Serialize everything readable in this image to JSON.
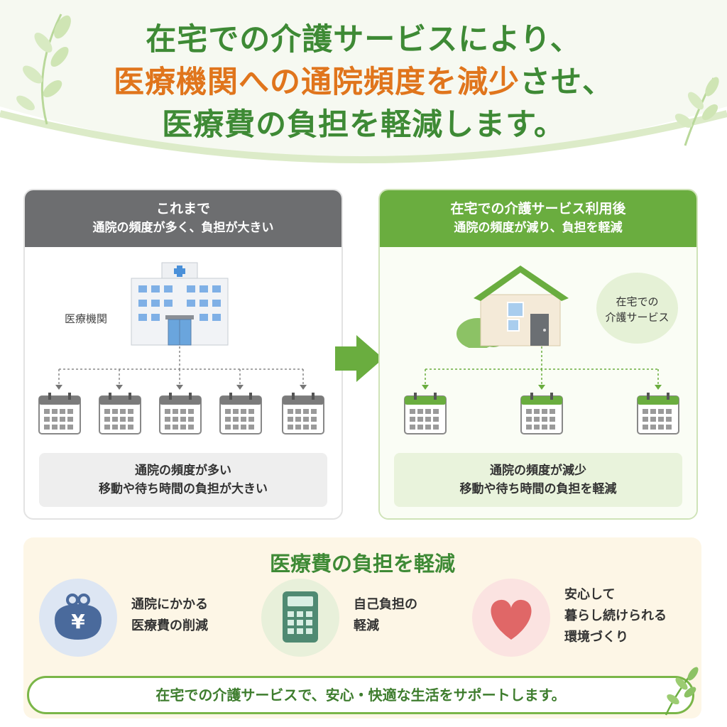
{
  "header": {
    "line1": "在宅での介護サービスにより、",
    "line2_orange": "医療機関への通院頻度を減少",
    "line2_green": "させ、",
    "line3": "医療費の負担を軽減します。"
  },
  "before": {
    "title": "これまで",
    "subtitle": "通院の頻度が多く、負担が大きい",
    "facility_label": "医療機関",
    "caption_line1": "通院の頻度が多い",
    "caption_line2": "移動や待ち時間の負担が大きい",
    "visit_count": 5
  },
  "after": {
    "title": "在宅での介護サービス利用後",
    "subtitle": "通院の頻度が減り、負担を軽減",
    "bubble_line1": "在宅での",
    "bubble_line2": "介護サービス",
    "caption_line1": "通院の頻度が減少",
    "caption_line2": "移動や待ち時間の負担を軽減",
    "visit_count": 3
  },
  "summary": {
    "title": "医療費の負担を軽減",
    "benefits": [
      {
        "icon": "yen-purse-icon",
        "line1": "通院にかかる",
        "line2": "医療費の削減",
        "circle_color": "#dde6f3"
      },
      {
        "icon": "calculator-icon",
        "line1": "自己負担の",
        "line2": "軽減",
        "circle_color": "#e8f0da"
      },
      {
        "icon": "heart-icon",
        "line1": "安心して",
        "line2": "暮らし続けられる",
        "line3": "環境づくり",
        "circle_color": "#fbe3e1"
      }
    ],
    "banner": "在宅での介護サービスで、安心・快適な生活をサポートします。"
  },
  "colors": {
    "green": "#3e8a35",
    "orange": "#e0751c",
    "gray_header": "#6d6e70",
    "green_header": "#6aad3f"
  }
}
